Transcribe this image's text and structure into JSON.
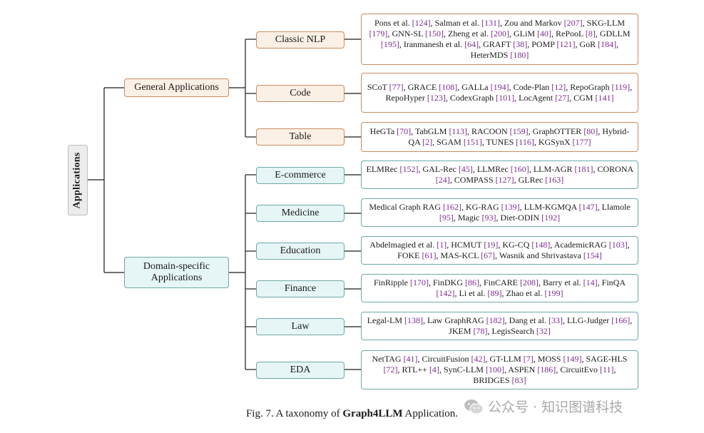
{
  "root": {
    "label": "Applications"
  },
  "general": {
    "label": "General Applications",
    "children": [
      {
        "label": "Classic NLP",
        "items": "Pons et al. [124], Salman et al. [131], Zou and Markov [207], SKG-LLM [179], GNN-SL [150], Zheng et al. [200], GLiM [40], RePooL [8], GDLLM [195], Iranmanesh et al. [64], GRAFT [38], POMP [121], GoR [184], HeterMDS [180]"
      },
      {
        "label": "Code",
        "items": "SCoT [77], GRACE [108], GALLa [194], Code-Plan [12], RepoGraph [119], RepoHyper [123], CodexGraph [101], LocAgent [27], CGM [141]"
      },
      {
        "label": "Table",
        "items": "HeGTa [70], TabGLM [113], RACOON [159], GraphOTTER [80], Hybrid-QA [2], SGAM [151], TUNES [116], KGSynX [177]"
      }
    ]
  },
  "domain": {
    "label": "Domain-specific Applications",
    "children": [
      {
        "label": "E-commerce",
        "items": "ELMRec [152], GAL-Rec [45], LLMRec [160], LLM-AGR [181], CORONA [24], COMPASS [127], GLRec [163]"
      },
      {
        "label": "Medicine",
        "items": "Medical Graph RAG [162], KG-RAG [139], LLM-KGMQA [147], Llamole [95], Magic [93], Diet-ODIN [192]"
      },
      {
        "label": "Education",
        "items": "Abdelmagied et al. [1], HCMUT [19], KG-CQ [148], AcademicRAG [103], FOKE [61], MAS-KCL [67], Wasnik and Shrivastava [154]"
      },
      {
        "label": "Finance",
        "items": "FinRipple [170], FinDKG [86], FinCARE [208], Barry et al. [14], FinQA [142], Li et al. [89], Zhao et al. [199]"
      },
      {
        "label": "Law",
        "items": "Legal-LM [138], Law GraphRAG [182], Dang et al. [33], LLG-Judger [166], JKEM [78], LegisSearch [32]"
      },
      {
        "label": "EDA",
        "items": "NetTAG [41], CircuitFusion [42], GT-LLM [7], MOSS [149], SAGE-HLS [72], RTL++ [4], SynC-LLM [100], ASPEN [186], CircuitEvo [11], BRIDGES [83]"
      }
    ]
  },
  "caption": {
    "prefix": "Fig. 7.  A taxonomy of ",
    "bold": "Graph4LLM",
    "suffix": " Application."
  },
  "watermark": {
    "text": "公众号 · 知识图谱科技",
    "icon": "wechat-icon"
  },
  "colors": {
    "general_border": "#c98c5e",
    "general_fill": "#fbf0e5",
    "domain_border": "#6fa9a9",
    "domain_fill": "#e6f5f5",
    "citation": "#7b2e8f"
  }
}
